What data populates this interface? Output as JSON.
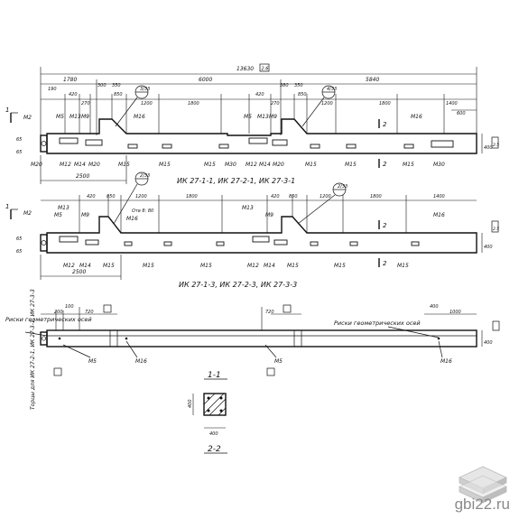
{
  "overall_length": "13630",
  "overall_code": "2.6",
  "top_segments": [
    "1780",
    "6000",
    "5840"
  ],
  "elev_a": {
    "dims_top": [
      "190",
      "420",
      "270",
      "300",
      "350",
      "850",
      "1200",
      "1800",
      "380",
      "420",
      "270",
      "350",
      "850",
      "1200",
      "1800",
      "1400",
      "600"
    ],
    "section_marks": [
      "1",
      "1",
      "2",
      "2"
    ],
    "callouts": [
      "3/33",
      "4/33"
    ],
    "part_labels": [
      "М2",
      "М5",
      "М13",
      "М9",
      "М16",
      "М5",
      "М13",
      "М9",
      "М16",
      "М20",
      "М12",
      "М14",
      "М20",
      "М15",
      "М15",
      "М15",
      "М30",
      "М12",
      "М14",
      "М20",
      "М15",
      "М15",
      "М15",
      "М30"
    ],
    "bottom_dim": "2500",
    "side_dims": [
      "65",
      "65",
      "400",
      "2.5"
    ],
    "caption": "ИК 27-1-1, ИК 27-2-1, ИК 27-3-1"
  },
  "elev_b": {
    "dims_top": [
      "420",
      "850",
      "1200",
      "1800",
      "420",
      "850",
      "1200",
      "1800",
      "1400"
    ],
    "callouts": [
      "2/33",
      "2/33"
    ],
    "note": "Отв 8: 80",
    "part_labels": [
      "М2",
      "М5",
      "М13",
      "М9",
      "М16",
      "М13",
      "М9",
      "М16",
      "М12",
      "М14",
      "М15",
      "М15",
      "М15",
      "М12",
      "М14",
      "М15",
      "М15",
      "М15"
    ],
    "bottom_dim": "2500",
    "side_dims": [
      "65",
      "65",
      "400",
      "2.5"
    ],
    "caption": "ИК 27-1-3, ИК 27-2-3, ИК 27-3-3"
  },
  "plan": {
    "left_label": "Риски геометрических осей",
    "right_label": "Риски геометрических осей",
    "dims": [
      "200",
      "100",
      "720",
      "720",
      "400",
      "1000",
      "400"
    ],
    "part_labels": [
      "М5",
      "М16",
      "М5",
      "М16"
    ],
    "side_note": "Торцы для ИК 27-2-1, ИК 27-3-1, ИК 27-3-3"
  },
  "section_11": {
    "title": "1-1",
    "height": "400",
    "width": "400"
  },
  "section_22": {
    "title": "2-2"
  },
  "watermark": "gbi22.ru"
}
